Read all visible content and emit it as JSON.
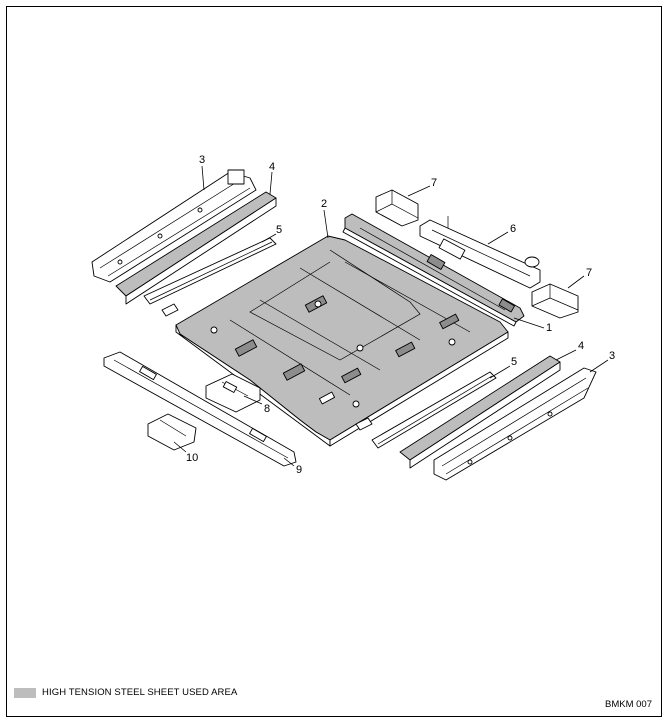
{
  "diagram": {
    "callouts": [
      {
        "id": "c1",
        "text": "1"
      },
      {
        "id": "c2",
        "text": "2"
      },
      {
        "id": "c3a",
        "text": "3"
      },
      {
        "id": "c3b",
        "text": "3"
      },
      {
        "id": "c4a",
        "text": "4"
      },
      {
        "id": "c4b",
        "text": "4"
      },
      {
        "id": "c5a",
        "text": "5"
      },
      {
        "id": "c5b",
        "text": "5"
      },
      {
        "id": "c6",
        "text": "6"
      },
      {
        "id": "c7a",
        "text": "7"
      },
      {
        "id": "c7b",
        "text": "7"
      },
      {
        "id": "c8",
        "text": "8"
      },
      {
        "id": "c9",
        "text": "9"
      },
      {
        "id": "c10",
        "text": "10"
      }
    ]
  },
  "legend": {
    "label": "HIGH TENSION STEEL SHEET USED AREA",
    "swatch_color": "#bdbdbd"
  },
  "figure_code": "BMKM  007"
}
